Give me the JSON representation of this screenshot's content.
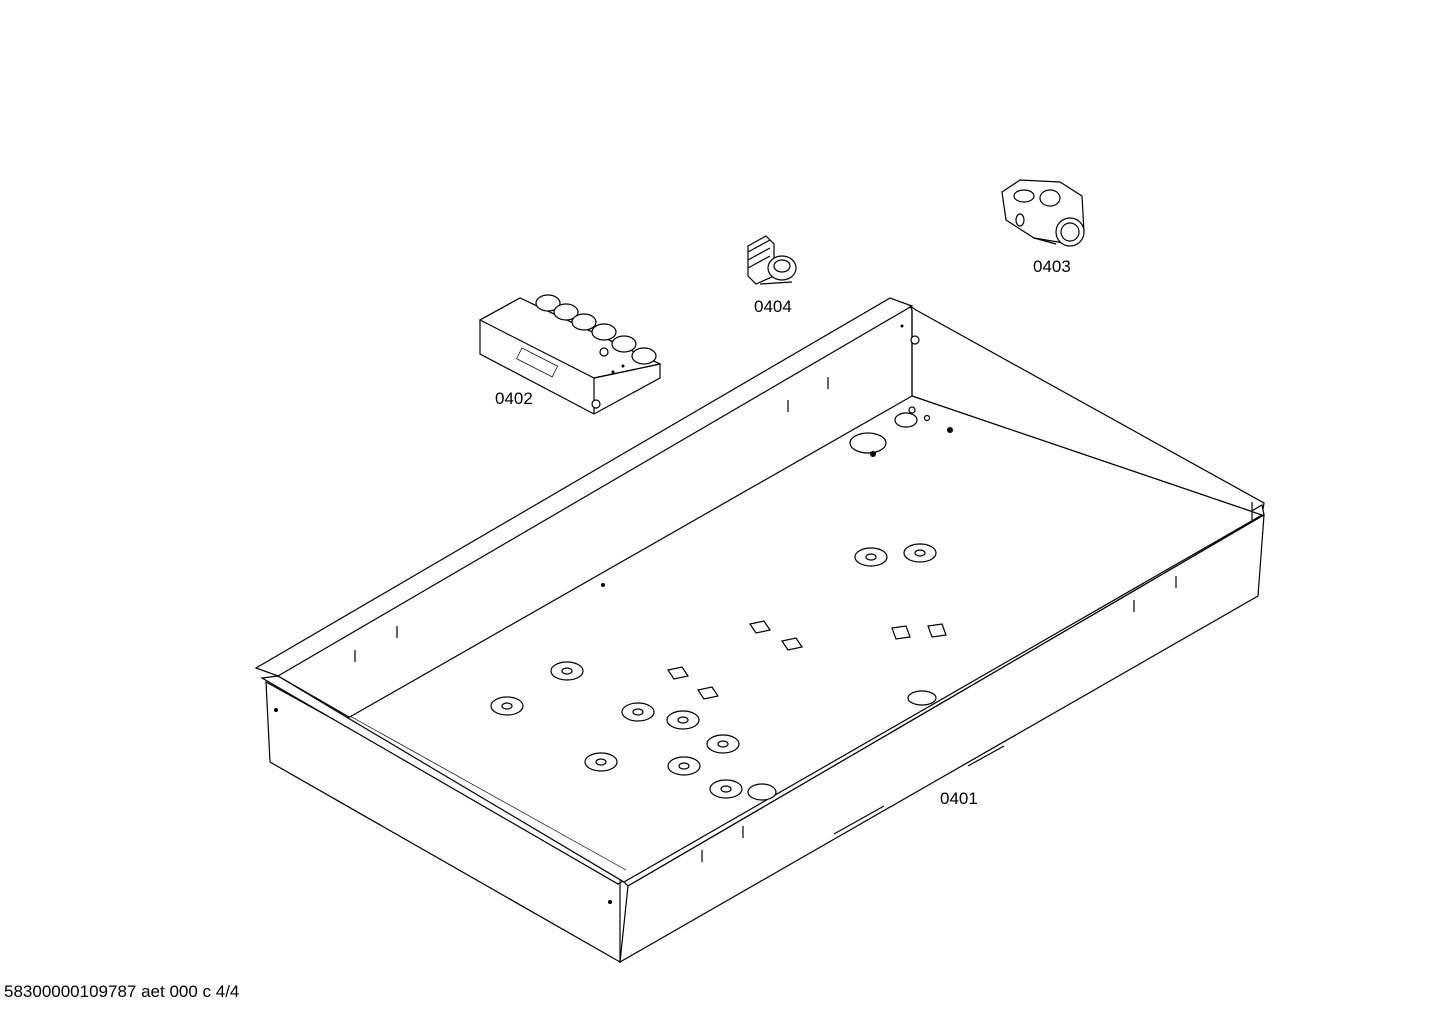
{
  "parts": [
    {
      "id": "0401",
      "label": "0401"
    },
    {
      "id": "0402",
      "label": "0402"
    },
    {
      "id": "0403",
      "label": "0403"
    },
    {
      "id": "0404",
      "label": "0404"
    }
  ],
  "footer": "58300000109787 aet 000 c 4/4"
}
